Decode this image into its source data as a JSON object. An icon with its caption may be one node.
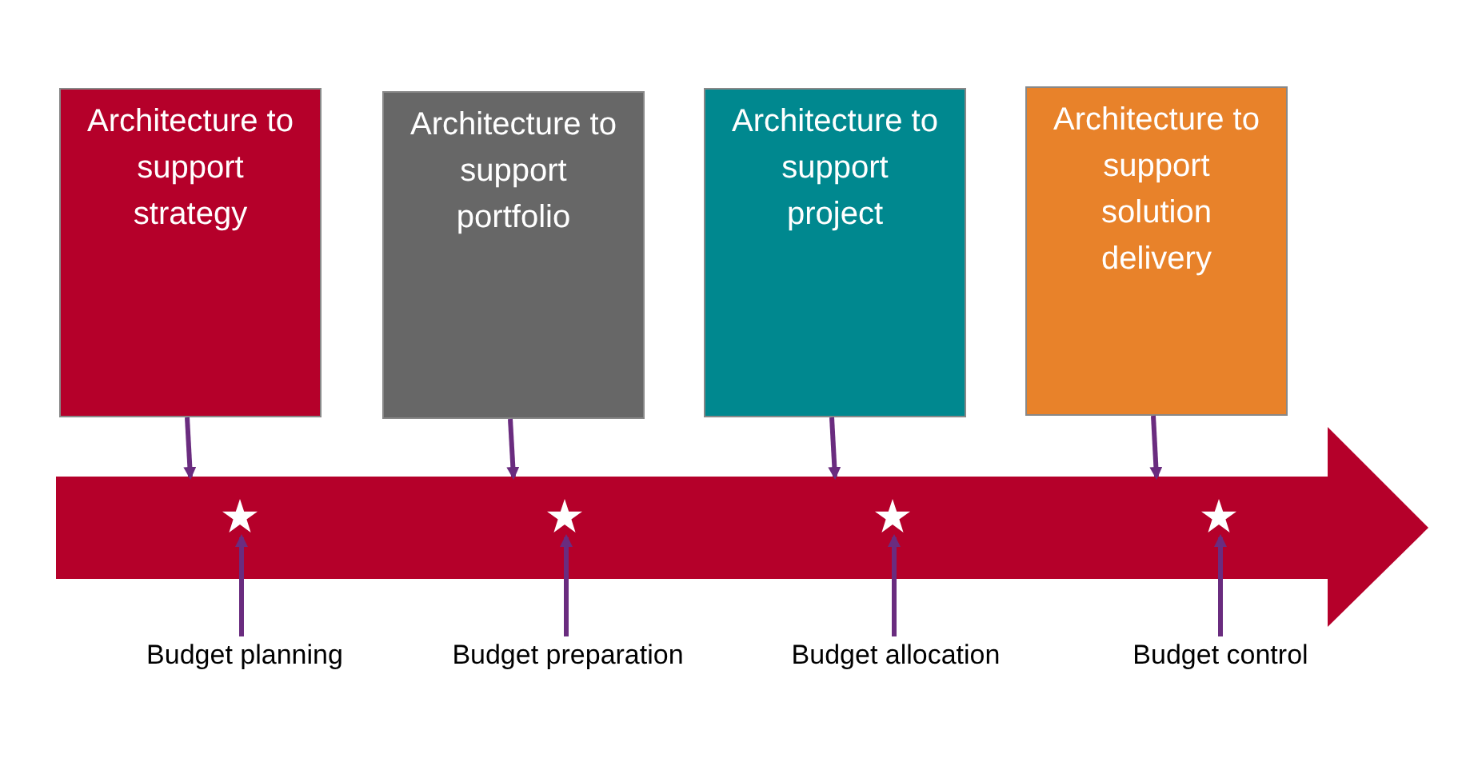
{
  "diagram": {
    "nodes": [
      {
        "text": [
          "Architecture to support strategy"
        ]
      },
      {
        "text": [
          "Architecture to support portfolio"
        ]
      },
      {
        "text": [
          "Architecture to support project"
        ]
      },
      {
        "text": [
          "Architecture to support solution delivery"
        ]
      },
      {
        "text": [],
        "shape": "arrow"
      },
      {
        "text": [],
        "shape": "star",
        "in": 4
      },
      {
        "text": [],
        "shape": "star",
        "in": 4
      },
      {
        "text": [],
        "shape": "star",
        "in": 4
      },
      {
        "text": [],
        "shape": "star",
        "in": 4
      },
      {
        "text": [
          "Budget planning"
        ]
      },
      {
        "text": [
          "Budget preparation"
        ]
      },
      {
        "text": [
          "Budget allocation"
        ]
      },
      {
        "text": [
          "Budget control"
        ]
      }
    ],
    "edges": [
      {
        "from": 0,
        "to": 4,
        "arrow": "to"
      },
      {
        "from": 1,
        "to": 4,
        "arrow": "to"
      },
      {
        "from": 2,
        "to": 4,
        "arrow": "to"
      },
      {
        "from": 3,
        "to": 4,
        "arrow": "to"
      },
      {
        "from": 9,
        "to": 5,
        "arrow": "to"
      },
      {
        "from": 10,
        "to": 6,
        "arrow": "to"
      },
      {
        "from": 11,
        "to": 7,
        "arrow": "to"
      },
      {
        "from": 12,
        "to": 8,
        "arrow": "to"
      }
    ]
  }
}
